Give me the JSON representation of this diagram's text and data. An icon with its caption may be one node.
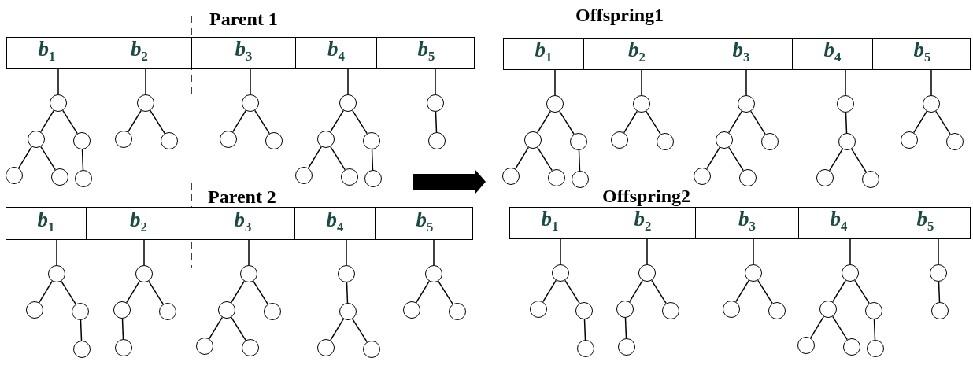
{
  "diagram": {
    "nodes": [
      {
        "text": [
          "Parent 1"
        ]
      },
      {
        "text": [
          "b$_{1}$"
        ],
        "in": 0
      },
      {
        "text": [
          "b$_{2}$"
        ],
        "in": 0
      },
      {
        "text": [
          "b$_{3}$"
        ],
        "in": 0
      },
      {
        "text": [
          "b$_{4}$"
        ],
        "in": 0
      },
      {
        "text": [
          "b$_{5}$"
        ],
        "in": 0
      },
      {
        "text": [],
        "shape": "circle"
      },
      {
        "text": [],
        "shape": "circle"
      },
      {
        "text": [],
        "shape": "circle"
      },
      {
        "text": [],
        "shape": "circle"
      },
      {
        "text": [],
        "shape": "circle"
      },
      {
        "text": [],
        "shape": "circle"
      },
      {
        "text": [],
        "shape": "circle"
      },
      {
        "text": [],
        "shape": "circle"
      },
      {
        "text": [],
        "shape": "circle"
      },
      {
        "text": [],
        "shape": "circle"
      },
      {
        "text": [],
        "shape": "circle"
      },
      {
        "text": [],
        "shape": "circle"
      },
      {
        "text": [],
        "shape": "circle"
      },
      {
        "text": [],
        "shape": "circle"
      },
      {
        "text": [],
        "shape": "circle"
      },
      {
        "text": [],
        "shape": "circle"
      },
      {
        "text": [],
        "shape": "circle"
      },
      {
        "text": [],
        "shape": "circle"
      },
      {
        "text": [],
        "shape": "circle"
      },
      {
        "text": [],
        "shape": "circle"
      },
      {
        "text": [
          "Offspring1"
        ]
      },
      {
        "text": [
          "b$_{1}$"
        ],
        "in": 26
      },
      {
        "text": [
          "b$_{2}$"
        ],
        "in": 26
      },
      {
        "text": [
          "b$_{3}$"
        ],
        "in": 26
      },
      {
        "text": [
          "b$_{4}$"
        ],
        "in": 26
      },
      {
        "text": [
          "b$_{5}$"
        ],
        "in": 26
      },
      {
        "text": [],
        "shape": "circle"
      },
      {
        "text": [],
        "shape": "circle"
      },
      {
        "text": [],
        "shape": "circle"
      },
      {
        "text": [],
        "shape": "circle"
      },
      {
        "text": [],
        "shape": "circle"
      },
      {
        "text": [],
        "shape": "circle"
      },
      {
        "text": [],
        "shape": "circle"
      },
      {
        "text": [],
        "shape": "circle"
      },
      {
        "text": [],
        "shape": "circle"
      },
      {
        "text": [],
        "shape": "circle"
      },
      {
        "text": [],
        "shape": "circle"
      },
      {
        "text": [],
        "shape": "circle"
      },
      {
        "text": [],
        "shape": "circle"
      },
      {
        "text": [],
        "shape": "circle"
      },
      {
        "text": [],
        "shape": "circle"
      },
      {
        "text": [],
        "shape": "circle"
      },
      {
        "text": [],
        "shape": "circle"
      },
      {
        "text": [],
        "shape": "circle"
      },
      {
        "text": [],
        "shape": "circle"
      },
      {
        "text": [],
        "shape": "circle"
      },
      {
        "text": [],
        "shape": "circle"
      },
      {
        "text": [
          "Parent 2"
        ]
      },
      {
        "text": [
          "b$_{1}$"
        ],
        "in": 53
      },
      {
        "text": [
          "b$_{2}$"
        ],
        "in": 53
      },
      {
        "text": [
          "b$_{3}$"
        ],
        "in": 53
      },
      {
        "text": [
          "b$_{4}$"
        ],
        "in": 53
      },
      {
        "text": [
          "b$_{5}$"
        ],
        "in": 53
      },
      {
        "text": [],
        "shape": "circle"
      },
      {
        "text": [],
        "shape": "circle"
      },
      {
        "text": [],
        "shape": "circle"
      },
      {
        "text": [],
        "shape": "circle"
      },
      {
        "text": [],
        "shape": "circle"
      },
      {
        "text": [],
        "shape": "circle"
      },
      {
        "text": [],
        "shape": "circle"
      },
      {
        "text": [],
        "shape": "circle"
      },
      {
        "text": [],
        "shape": "circle"
      },
      {
        "text": [],
        "shape": "circle"
      },
      {
        "text": [],
        "shape": "circle"
      },
      {
        "text": [],
        "shape": "circle"
      },
      {
        "text": [],
        "shape": "circle"
      },
      {
        "text": [],
        "shape": "circle"
      },
      {
        "text": [],
        "shape": "circle"
      },
      {
        "text": [],
        "shape": "circle"
      },
      {
        "text": [],
        "shape": "circle"
      },
      {
        "text": [],
        "shape": "circle"
      },
      {
        "text": [],
        "shape": "circle"
      },
      {
        "text": [],
        "shape": "circle"
      },
      {
        "text": [
          "Offspring2"
        ]
      },
      {
        "text": [
          "b$_{1}$"
        ],
        "in": 79
      },
      {
        "text": [
          "b$_{2}$"
        ],
        "in": 79
      },
      {
        "text": [
          "b$_{3}$"
        ],
        "in": 79
      },
      {
        "text": [
          "b$_{4}$"
        ],
        "in": 79
      },
      {
        "text": [
          "b$_{5}$"
        ],
        "in": 79
      },
      {
        "text": [],
        "shape": "circle"
      },
      {
        "text": [],
        "shape": "circle"
      },
      {
        "text": [],
        "shape": "circle"
      },
      {
        "text": [],
        "shape": "circle"
      },
      {
        "text": [],
        "shape": "circle"
      },
      {
        "text": [],
        "shape": "circle"
      },
      {
        "text": [],
        "shape": "circle"
      },
      {
        "text": [],
        "shape": "circle"
      },
      {
        "text": [],
        "shape": "circle"
      },
      {
        "text": [],
        "shape": "circle"
      },
      {
        "text": [],
        "shape": "circle"
      },
      {
        "text": [],
        "shape": "circle"
      },
      {
        "text": [],
        "shape": "circle"
      },
      {
        "text": [],
        "shape": "circle"
      },
      {
        "text": [],
        "shape": "circle"
      },
      {
        "text": [],
        "shape": "circle"
      },
      {
        "text": [],
        "shape": "circle"
      },
      {
        "text": [],
        "shape": "circle"
      },
      {
        "text": [],
        "shape": "circle"
      }
    ],
    "edges": [
      {
        "from": 1,
        "to": 6,
        "arrow": "none"
      },
      {
        "from": 6,
        "to": 7,
        "arrow": "none"
      },
      {
        "from": 7,
        "to": 8,
        "arrow": "none"
      },
      {
        "from": 7,
        "to": 9,
        "arrow": "none"
      },
      {
        "from": 6,
        "to": 10,
        "arrow": "none"
      },
      {
        "from": 10,
        "to": 11,
        "arrow": "none"
      },
      {
        "from": 2,
        "to": 12,
        "arrow": "none"
      },
      {
        "from": 12,
        "to": 13,
        "arrow": "none"
      },
      {
        "from": 12,
        "to": 14,
        "arrow": "none"
      },
      {
        "from": 3,
        "to": 15,
        "arrow": "none"
      },
      {
        "from": 15,
        "to": 16,
        "arrow": "none"
      },
      {
        "from": 15,
        "to": 17,
        "arrow": "none"
      },
      {
        "from": 4,
        "to": 18,
        "arrow": "none"
      },
      {
        "from": 18,
        "to": 19,
        "arrow": "none"
      },
      {
        "from": 19,
        "to": 20,
        "arrow": "none"
      },
      {
        "from": 19,
        "to": 21,
        "arrow": "none"
      },
      {
        "from": 18,
        "to": 22,
        "arrow": "none"
      },
      {
        "from": 22,
        "to": 23,
        "arrow": "none"
      },
      {
        "from": 5,
        "to": 24,
        "arrow": "none"
      },
      {
        "from": 24,
        "to": 25,
        "arrow": "none"
      },
      {
        "from": 27,
        "to": 32,
        "arrow": "none"
      },
      {
        "from": 32,
        "to": 33,
        "arrow": "none"
      },
      {
        "from": 33,
        "to": 34,
        "arrow": "none"
      },
      {
        "from": 33,
        "to": 35,
        "arrow": "none"
      },
      {
        "from": 32,
        "to": 36,
        "arrow": "none"
      },
      {
        "from": 36,
        "to": 37,
        "arrow": "none"
      },
      {
        "from": 28,
        "to": 38,
        "arrow": "none"
      },
      {
        "from": 38,
        "to": 39,
        "arrow": "none"
      },
      {
        "from": 38,
        "to": 40,
        "arrow": "none"
      },
      {
        "from": 29,
        "to": 41,
        "arrow": "none"
      },
      {
        "from": 41,
        "to": 42,
        "arrow": "none"
      },
      {
        "from": 42,
        "to": 43,
        "arrow": "none"
      },
      {
        "from": 42,
        "to": 44,
        "arrow": "none"
      },
      {
        "from": 41,
        "to": 45,
        "arrow": "none"
      },
      {
        "from": 30,
        "to": 46,
        "arrow": "none"
      },
      {
        "from": 46,
        "to": 47,
        "arrow": "none"
      },
      {
        "from": 47,
        "to": 48,
        "arrow": "none"
      },
      {
        "from": 47,
        "to": 49,
        "arrow": "none"
      },
      {
        "from": 31,
        "to": 50,
        "arrow": "none"
      },
      {
        "from": 50,
        "to": 51,
        "arrow": "none"
      },
      {
        "from": 50,
        "to": 52,
        "arrow": "none"
      },
      {
        "from": 54,
        "to": 59,
        "arrow": "none"
      },
      {
        "from": 59,
        "to": 60,
        "arrow": "none"
      },
      {
        "from": 59,
        "to": 61,
        "arrow": "none"
      },
      {
        "from": 61,
        "to": 62,
        "arrow": "none"
      },
      {
        "from": 55,
        "to": 63,
        "arrow": "none"
      },
      {
        "from": 63,
        "to": 64,
        "arrow": "none"
      },
      {
        "from": 64,
        "to": 65,
        "arrow": "none"
      },
      {
        "from": 63,
        "to": 66,
        "arrow": "none"
      },
      {
        "from": 56,
        "to": 67,
        "arrow": "none"
      },
      {
        "from": 67,
        "to": 68,
        "arrow": "none"
      },
      {
        "from": 68,
        "to": 69,
        "arrow": "none"
      },
      {
        "from": 68,
        "to": 70,
        "arrow": "none"
      },
      {
        "from": 67,
        "to": 71,
        "arrow": "none"
      },
      {
        "from": 57,
        "to": 72,
        "arrow": "none"
      },
      {
        "from": 72,
        "to": 73,
        "arrow": "none"
      },
      {
        "from": 73,
        "to": 74,
        "arrow": "none"
      },
      {
        "from": 73,
        "to": 75,
        "arrow": "none"
      },
      {
        "from": 58,
        "to": 76,
        "arrow": "none"
      },
      {
        "from": 76,
        "to": 77,
        "arrow": "none"
      },
      {
        "from": 76,
        "to": 78,
        "arrow": "none"
      },
      {
        "from": 80,
        "to": 85,
        "arrow": "none"
      },
      {
        "from": 85,
        "to": 86,
        "arrow": "none"
      },
      {
        "from": 85,
        "to": 87,
        "arrow": "none"
      },
      {
        "from": 87,
        "to": 88,
        "arrow": "none"
      },
      {
        "from": 81,
        "to": 89,
        "arrow": "none"
      },
      {
        "from": 89,
        "to": 90,
        "arrow": "none"
      },
      {
        "from": 90,
        "to": 91,
        "arrow": "none"
      },
      {
        "from": 89,
        "to": 92,
        "arrow": "none"
      },
      {
        "from": 82,
        "to": 93,
        "arrow": "none"
      },
      {
        "from": 93,
        "to": 94,
        "arrow": "none"
      },
      {
        "from": 93,
        "to": 95,
        "arrow": "none"
      },
      {
        "from": 83,
        "to": 96,
        "arrow": "none"
      },
      {
        "from": 96,
        "to": 97,
        "arrow": "none"
      },
      {
        "from": 97,
        "to": 98,
        "arrow": "none"
      },
      {
        "from": 97,
        "to": 99,
        "arrow": "none"
      },
      {
        "from": 96,
        "to": 100,
        "arrow": "none"
      },
      {
        "from": 100,
        "to": 101,
        "arrow": "none"
      },
      {
        "from": 84,
        "to": 102,
        "arrow": "none"
      },
      {
        "from": 102,
        "to": 103,
        "arrow": "none"
      },
      {
        "from": null,
        "to": 79,
        "arrow": "to",
        "style": "thick"
      }
    ]
  }
}
